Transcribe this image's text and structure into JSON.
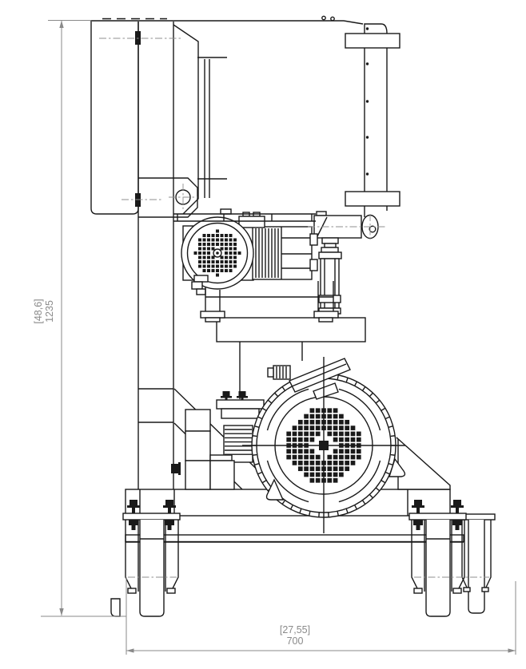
{
  "drawing": {
    "type": "engineering-side-view-technical-drawing",
    "colors": {
      "background": "#ffffff",
      "ink": "#1a1a1a",
      "dimension": "#8a8a8a"
    },
    "dimensions": {
      "overall_height": {
        "inches_bracket": "[48,6]",
        "millimeters": "1235"
      },
      "overall_width": {
        "inches_bracket": "[27,55]",
        "millimeters": "700"
      }
    }
  }
}
